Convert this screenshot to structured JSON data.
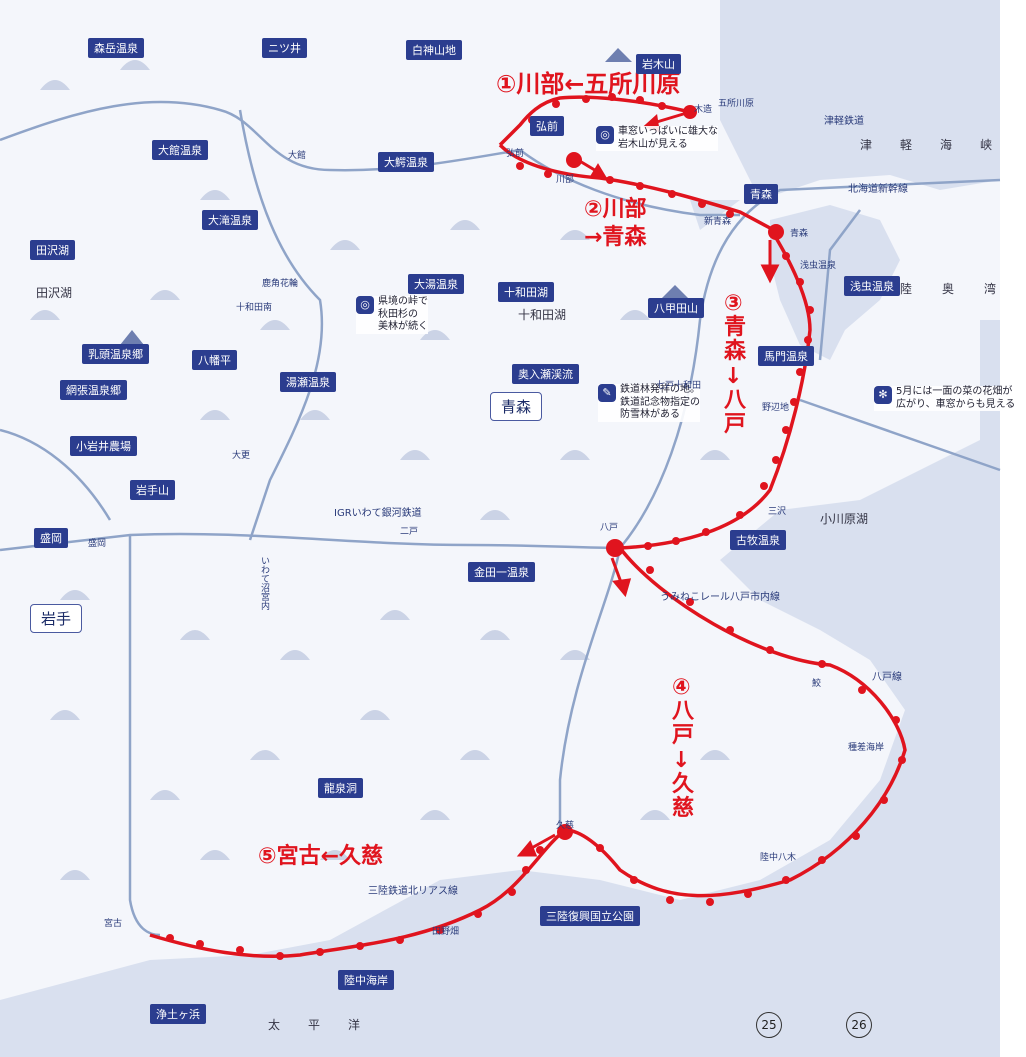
{
  "map": {
    "colors": {
      "route": "#e0141e",
      "rail": "#8fa4c8",
      "badge": "#2b3d8f",
      "sea": "#d9e0ef",
      "land": "#f4f6fb",
      "mountain": "#a9b7d6"
    },
    "route_legs": [
      "①川部←五所川原",
      "②川部\n→青森",
      "③\n青\n森\n↓\n八\n戸",
      "④\n八\n戸\n↓\n久\n慈",
      "⑤宮古←久慈"
    ],
    "regions": [
      "青森",
      "岩手"
    ],
    "badges": [
      "白神山地",
      "岩木山",
      "森岳温泉",
      "ニツ井",
      "大館温泉",
      "大鰐温泉",
      "大滝温泉",
      "田沢湖",
      "十和田湖",
      "大湯温泉",
      "八甲田山",
      "浅虫温泉",
      "馬門温泉",
      "乳頭温泉郷",
      "八幡平",
      "網張温泉郷",
      "湯瀬温泉",
      "奥入瀬渓流",
      "小岩井農場",
      "岩手山",
      "盛岡",
      "古牧温泉",
      "金田一温泉",
      "龍泉洞",
      "三陸復興国立公園",
      "陸中海岸",
      "浄土ヶ浜",
      "弘前",
      "青森"
    ],
    "lakes": [
      "田沢湖",
      "十和田湖",
      "小川原湖"
    ],
    "seas": {
      "tsugaru": "津軽海峡",
      "pacific": "太平洋",
      "mutsu": "陸奥湾"
    },
    "notes": [
      "車窓いっぱいに雄大な\n岩木山が見える",
      "県境の峠で\n秋田杉の\n美林が続く",
      "鉄道林発祥の地。\n鉄道記念物指定の\n防雪林がある",
      "5月には一面の菜の花畑が\n広がり、車窓からも見える"
    ],
    "stations": [
      {
        "name": "五所川原"
      },
      {
        "name": "木造"
      },
      {
        "name": "川部"
      },
      {
        "name": "弘前"
      },
      {
        "name": "新青森"
      },
      {
        "name": "青森"
      },
      {
        "name": "浅虫温泉"
      },
      {
        "name": "野辺地"
      },
      {
        "name": "三沢"
      },
      {
        "name": "八戸"
      },
      {
        "name": "鮫"
      },
      {
        "name": "種差海岸"
      },
      {
        "name": "陸中八木"
      },
      {
        "name": "久慈"
      },
      {
        "name": "田野畑"
      },
      {
        "name": "宮古"
      },
      {
        "name": "盛岡"
      },
      {
        "name": "大館"
      },
      {
        "name": "鹿角花輪"
      },
      {
        "name": "十和田南"
      },
      {
        "name": "七戸十和田"
      },
      {
        "name": "二戸"
      },
      {
        "name": "いわて沼宮内"
      },
      {
        "name": "大更"
      }
    ],
    "line_names": [
      "北海道新幹線",
      "津軽鉄道",
      "IGRいわて銀河鉄道",
      "三陸鉄道北リアス線",
      "八戸線",
      "うみねこレール八戸市内線"
    ],
    "page_numbers": [
      "25",
      "26"
    ]
  }
}
